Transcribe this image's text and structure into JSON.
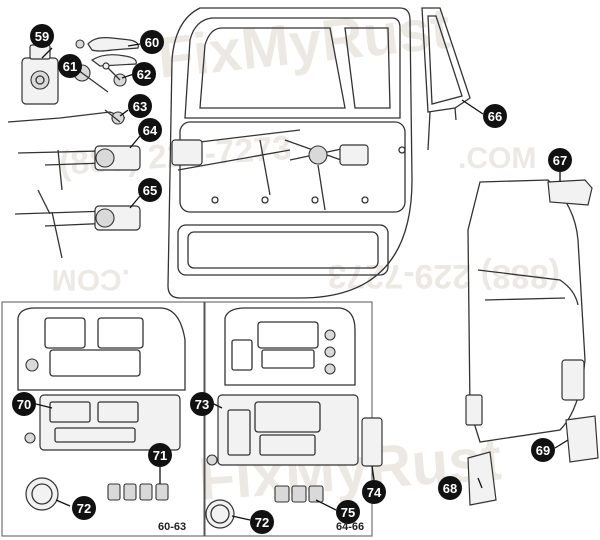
{
  "watermark": {
    "brand": "FixMyRust",
    "dotcom": ".COM",
    "phone": "(888) 229-7273",
    "color": "#c9c3b4"
  },
  "callouts": [
    {
      "id": "59",
      "label": "59"
    },
    {
      "id": "60",
      "label": "60"
    },
    {
      "id": "61",
      "label": "61"
    },
    {
      "id": "62",
      "label": "62"
    },
    {
      "id": "63",
      "label": "63"
    },
    {
      "id": "64",
      "label": "64"
    },
    {
      "id": "65",
      "label": "65"
    },
    {
      "id": "66",
      "label": "66"
    },
    {
      "id": "67",
      "label": "67"
    },
    {
      "id": "68",
      "label": "68"
    },
    {
      "id": "69",
      "label": "69"
    },
    {
      "id": "70",
      "label": "70"
    },
    {
      "id": "71",
      "label": "71"
    },
    {
      "id": "72a",
      "label": "72"
    },
    {
      "id": "72b",
      "label": "72"
    },
    {
      "id": "73",
      "label": "73"
    },
    {
      "id": "74",
      "label": "74"
    },
    {
      "id": "75",
      "label": "75"
    }
  ],
  "year_ranges": {
    "left_panel": "60-63",
    "right_panel": "64-66"
  },
  "colors": {
    "callout": "#111111",
    "line": "#333333",
    "background": "#ffffff"
  }
}
